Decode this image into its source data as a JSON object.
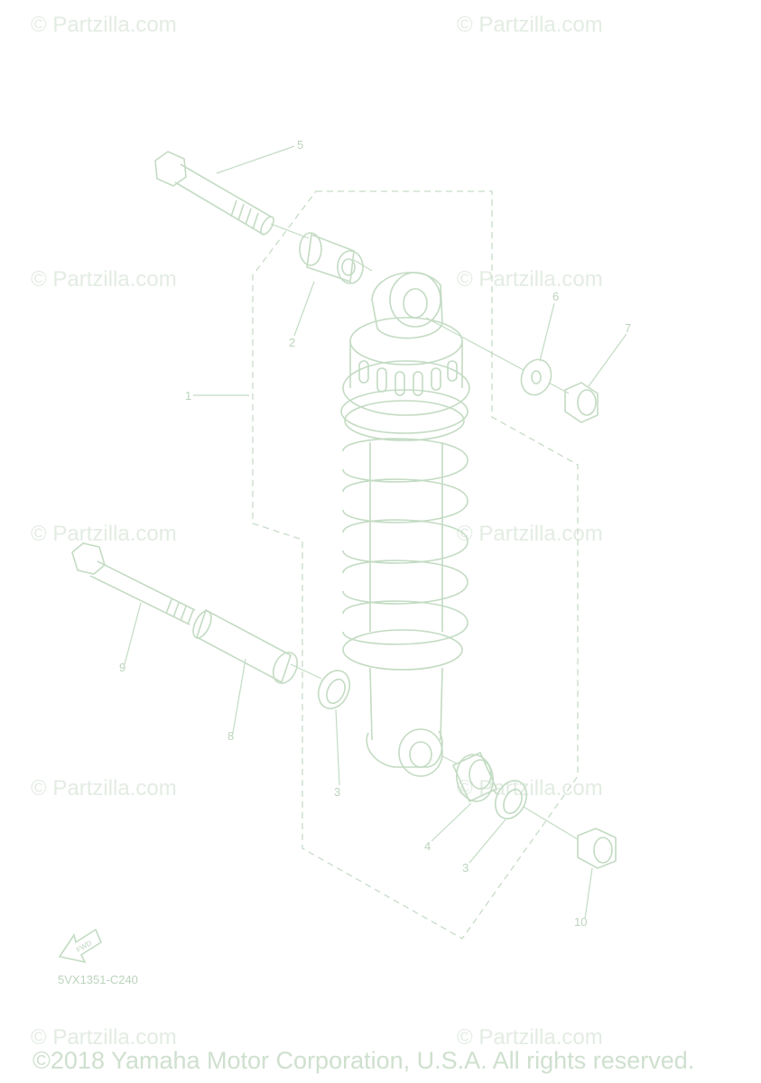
{
  "watermark": "© Partzilla.com",
  "copyright": "©2018 Yamaha Motor Corporation, U.S.A. All rights reserved.",
  "diagram_code": "5VX1351-C240",
  "fwd_label": "FWD",
  "callouts": {
    "p1": "1",
    "p2": "2",
    "p3a": "3",
    "p3b": "3",
    "p4": "4",
    "p5": "5",
    "p6": "6",
    "p7": "7",
    "p8": "8",
    "p9": "9",
    "p10": "10"
  },
  "colors": {
    "line": "#c3dbc3",
    "watermark": "#e3ece3",
    "text": "#bcd4bc"
  }
}
